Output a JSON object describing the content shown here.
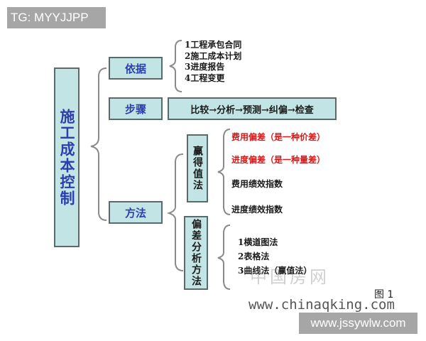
{
  "watermark_top": "TG: MYYJJPP",
  "root": {
    "label": "施工成本控制"
  },
  "branches": {
    "basis": {
      "label": "依据",
      "items": [
        "1工程承包合同",
        "2施工成本计划",
        "3进度报告",
        "4工程变更"
      ]
    },
    "steps": {
      "label": "步骤",
      "flow": "比较→分析→预测→纠偏→检查"
    },
    "methods": {
      "label": "方法",
      "earned_value": {
        "label": "赢得值法",
        "items": [
          {
            "text": "费用偏差（是一种价差）",
            "color": "#d11a1a"
          },
          {
            "text": "进度偏差（是一种量差）",
            "color": "#d11a1a"
          },
          {
            "text": "费用绩效指数",
            "color": "#1a1a1a"
          },
          {
            "text": "进度绩效指数",
            "color": "#1a1a1a"
          }
        ]
      },
      "deviation_analysis": {
        "label": "偏差分析方法",
        "items": [
          "1横道图法",
          "2表格法",
          "3曲线法（赢值法）"
        ]
      }
    }
  },
  "figure_caption": "图 1",
  "watermark_faint": "中国房网",
  "watermark_url1": "www.chinaqking.com",
  "watermark_url2": "www.jssywlw.com",
  "colors": {
    "box_fill": "#c3e4e4",
    "box_border": "#5a6a6a",
    "box_text": "#2b3fae",
    "highlight_red": "#d11a1a",
    "watermark_bg": "#a6a6a6"
  }
}
